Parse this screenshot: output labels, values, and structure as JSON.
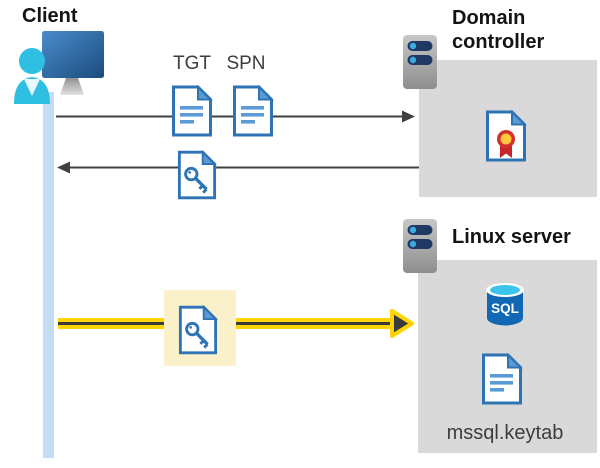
{
  "nodes": {
    "client": {
      "label": "Client",
      "icon": "client-user-monitor-icon"
    },
    "domain_controller": {
      "label": "Domain controller",
      "icon": "server-icon",
      "content_icon": "certificate-icon"
    },
    "linux_server": {
      "label": "Linux server",
      "icon": "server-icon",
      "sql_icon_text": "SQL",
      "keytab_label": "mssql.keytab",
      "content_icons": [
        "sql-database-icon",
        "document-icon"
      ]
    }
  },
  "flows": {
    "request": {
      "direction": "client-to-domain-controller",
      "labels": {
        "tgt": "TGT",
        "spn": "SPN"
      },
      "icons": [
        "document-icon",
        "document-icon"
      ]
    },
    "response": {
      "direction": "domain-controller-to-client",
      "icon": "key-document-icon"
    },
    "sql_connection": {
      "direction": "client-to-linux-server",
      "icon": "key-document-icon",
      "highlighted": true
    }
  },
  "colors": {
    "accent_yellow": "#FFD400",
    "highlight_box": "#FAF1CB",
    "node_box_gray": "#D9D9D9",
    "doc_blue": "#2E74B5",
    "doc_fill_blue": "#5B9BD5",
    "timeline_blue": "#C5DCF6",
    "arrow_gray": "#404040",
    "sql_cylinder_blue": "#1168B4",
    "sql_top_cyan": "#3CC4EC",
    "person_cyan": "#2FBFE3",
    "server_pill_navy": "#1F3864",
    "cert_red": "#D2302E",
    "cert_gold": "#FFC83D"
  }
}
